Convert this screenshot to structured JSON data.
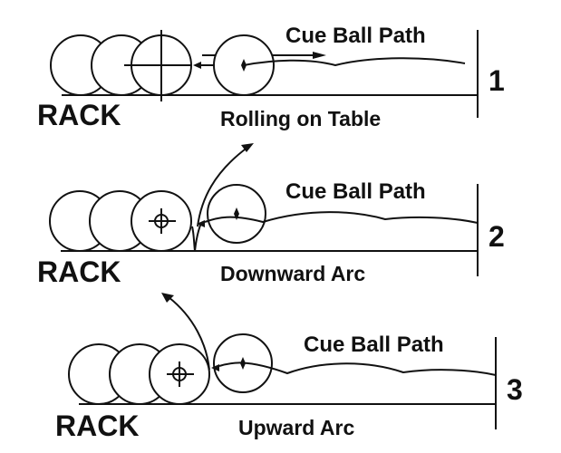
{
  "panels": [
    {
      "number": "1",
      "path_label": "Cue Ball Path",
      "rack_label": "RACK",
      "caption": "Rolling on Table"
    },
    {
      "number": "2",
      "path_label": "Cue Ball Path",
      "rack_label": "RACK",
      "caption": "Downward Arc"
    },
    {
      "number": "3",
      "path_label": "Cue Ball Path",
      "rack_label": "RACK",
      "caption": "Upward Arc"
    }
  ],
  "colors": {
    "ink": "#111111",
    "background": "#ffffff"
  }
}
